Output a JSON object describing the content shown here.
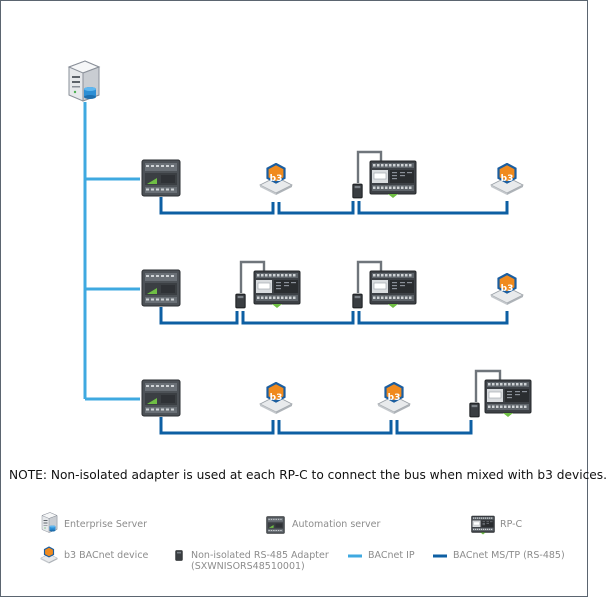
{
  "note": "NOTE: Non-isolated adapter is used at each RP-C to connect the bus when mixed with b3 devices.",
  "badge_text": "b3",
  "legend": {
    "enterprise_server": "Enterprise Server",
    "automation_server": "Automation server",
    "rpc": "RP-C",
    "b3_device": "b3 BACnet device",
    "adapter_line1": "Non-isolated RS-485 Adapter",
    "adapter_line2": "(SXWNISORS48510001)",
    "bacnet_ip": "BACnet IP",
    "bacnet_mstp": "BACnet MS/TP (RS-485)"
  },
  "colors": {
    "bacnet_ip": "#3fa9e0",
    "bacnet_mstp": "#0d5fa3",
    "b3_orange": "#f08a1e",
    "frame": "#5b6570"
  },
  "icons": {
    "server": "enterprise-server-icon",
    "automation": "automation-server-icon",
    "rpc": "rp-c-controller-icon",
    "b3": "b3-device-icon",
    "adapter": "rs485-adapter-icon"
  }
}
